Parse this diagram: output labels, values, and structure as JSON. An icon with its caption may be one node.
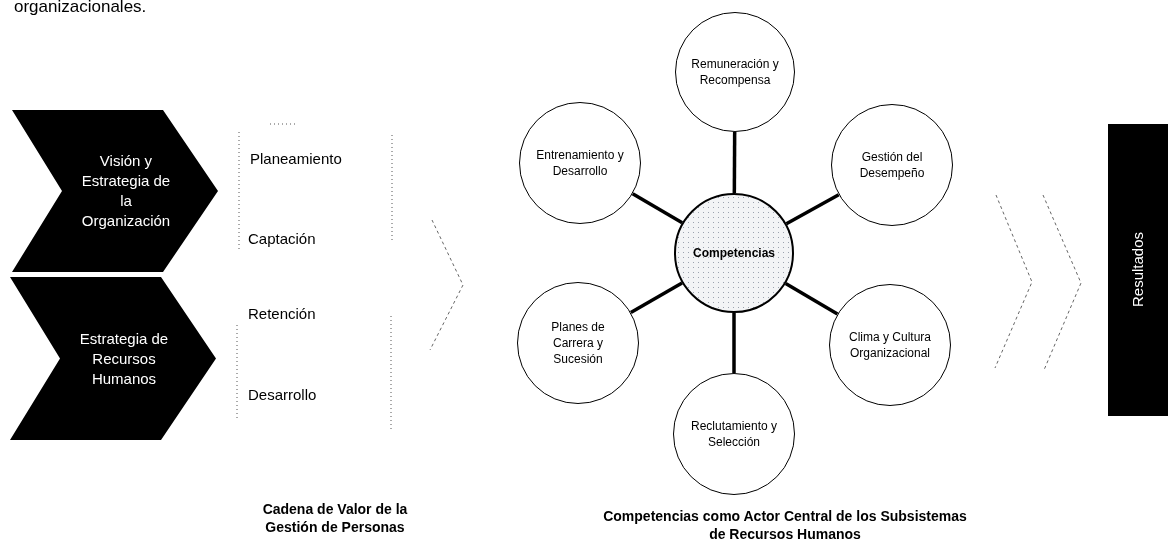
{
  "diagram": {
    "nodes": [
      {
        "text": [
          "Visión y Estrategia de la Organización"
        ]
      },
      {
        "text": [
          "Estrategia de Recursos Humanos"
        ]
      },
      {
        "text": [
          "Remuneración y Recompensa"
        ]
      },
      {
        "text": [
          "Entrenamiento y Desarrollo"
        ]
      },
      {
        "text": [
          "Gestión del Desempeño"
        ]
      },
      {
        "text": [
          "Competencias"
        ]
      },
      {
        "text": [
          "Planes de Carrera y Sucesión"
        ]
      },
      {
        "text": [
          "Clima y Cultura Organizacional"
        ]
      },
      {
        "text": [
          "Reclutamiento y Selección"
        ]
      },
      {
        "text": [
          "Resultados"
        ]
      }
    ],
    "edges": [
      {
        "from": 5,
        "to": 2,
        "arrow": "none"
      },
      {
        "from": 5,
        "to": 3,
        "arrow": "none"
      },
      {
        "from": 5,
        "to": 4,
        "arrow": "none"
      },
      {
        "from": 5,
        "to": 6,
        "arrow": "none"
      },
      {
        "from": 5,
        "to": 7,
        "arrow": "none"
      },
      {
        "from": 5,
        "to": 8,
        "arrow": "none"
      }
    ],
    "labels": [
      "organizacionales.",
      "Planeamiento",
      "Captación",
      "Retención",
      "Desarrollo",
      "Cadena de Valor de la Gestión de Personas",
      "Competencias como Actor Central de los Subsistemas de Recursos Humanos"
    ]
  }
}
